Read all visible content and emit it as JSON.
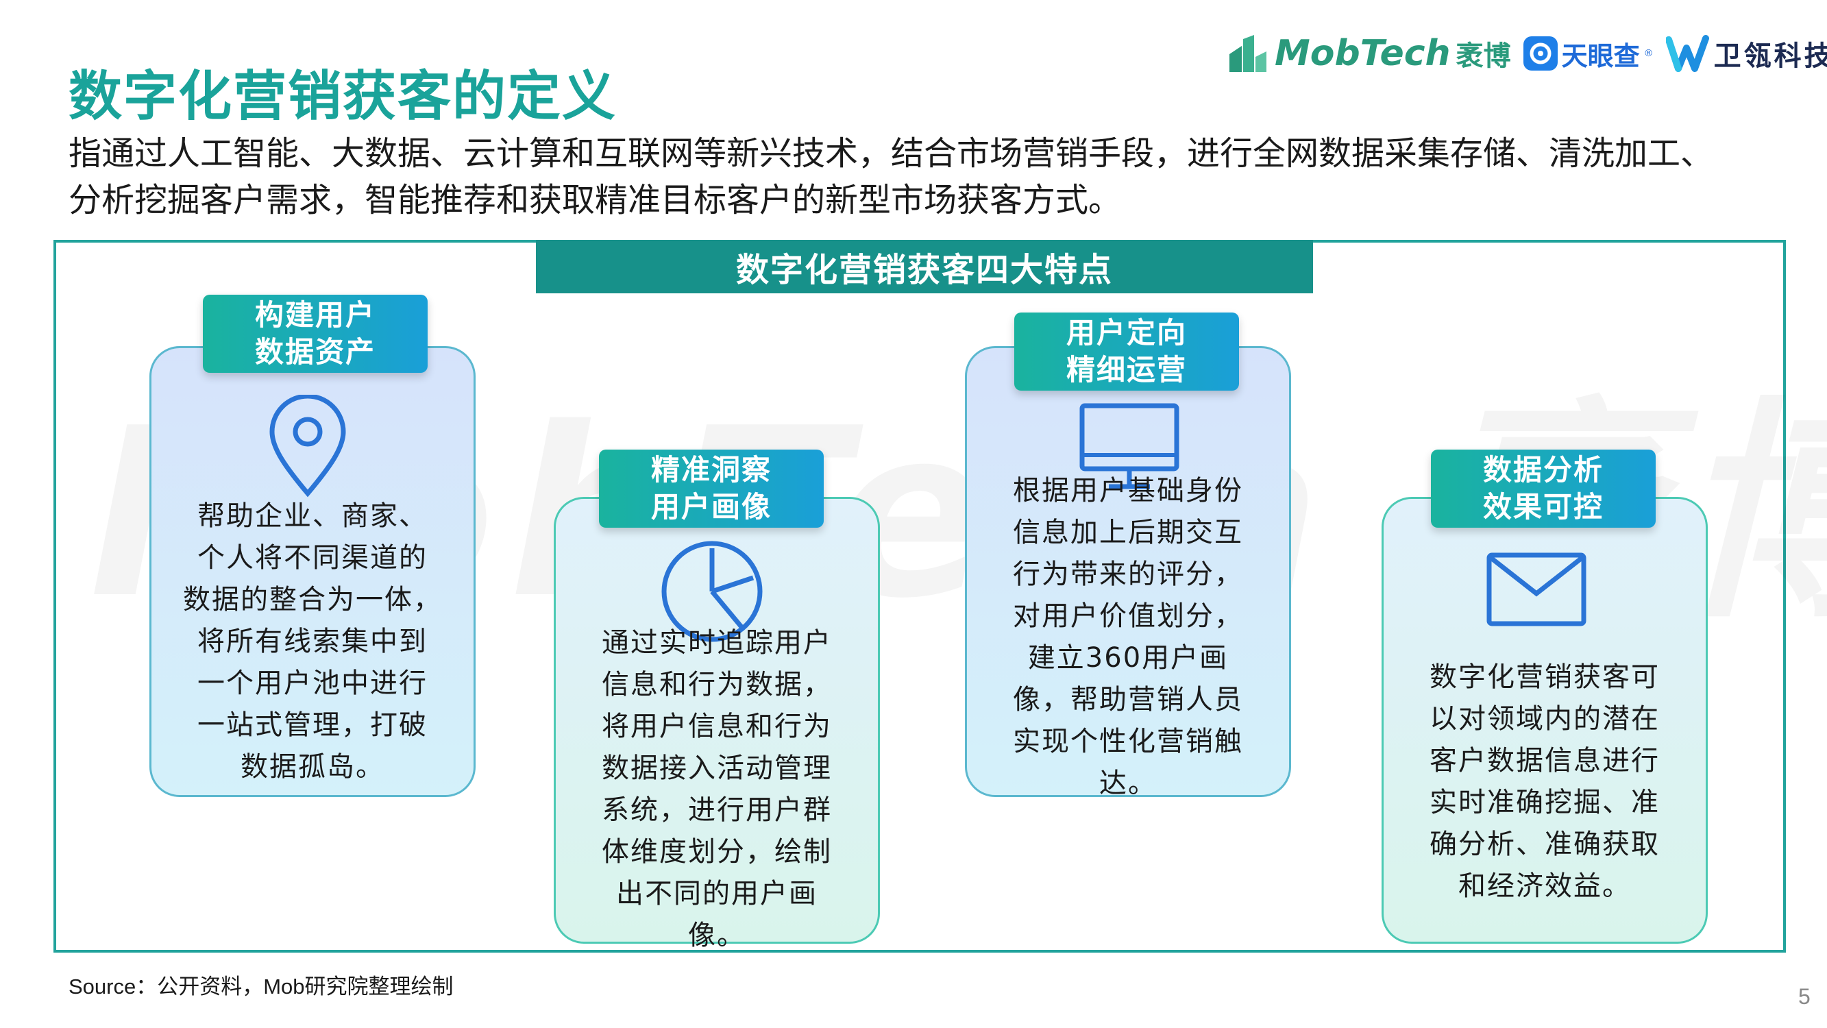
{
  "header": {
    "title": "数字化营销获客的定义",
    "definition_line1": "指通过人工智能、大数据、云计算和互联网等新兴技术，结合市场营销手段，进行全网数据采集存储、清洗加工、",
    "definition_line2": "分析挖掘客户需求，智能推荐和获取精准目标客户的新型市场获客方式。"
  },
  "logos": {
    "mobtech": "MobTech",
    "mobtech_cn": "袤博",
    "tianyancha": "天眼查",
    "tianyancha_reg": "®",
    "weihuan": "卫瓴科技"
  },
  "banner": {
    "title": "数字化营销获客四大特点"
  },
  "cards": [
    {
      "tag_line1": "构建用户",
      "tag_line2": "数据资产",
      "icon": "location-pin-icon",
      "lines": [
        "帮助企业、商家、",
        "个人将不同渠道的",
        "数据的整合为一体，",
        "将所有线索集中到",
        "一个用户池中进行",
        "一站式管理，打破",
        "数据孤岛。"
      ]
    },
    {
      "tag_line1": "精准洞察",
      "tag_line2": "用户画像",
      "icon": "pie-chart-icon",
      "lines": [
        "通过实时追踪用户",
        "信息和行为数据，",
        "将用户信息和行为",
        "数据接入活动管理",
        "系统，进行用户群",
        "体维度划分，绘制",
        "出不同的用户画",
        "像。"
      ]
    },
    {
      "tag_line1": "用户定向",
      "tag_line2": "精细运营",
      "icon": "monitor-icon",
      "lines": [
        "根据用户基础身份",
        "信息加上后期交互",
        "行为带来的评分，",
        "对用户价值划分，",
        "建立360用户画",
        "像，帮助营销人员",
        "实现个性化营销触",
        "达。"
      ]
    },
    {
      "tag_line1": "数据分析",
      "tag_line2": "效果可控",
      "icon": "envelope-icon",
      "lines": [
        "数字化营销获客可",
        "以对领域内的潜在",
        "客户数据信息进行",
        "实时准确挖掘、准",
        "确分析、准确获取",
        "和经济效益。"
      ]
    }
  ],
  "watermark": "MobTech 袤博",
  "footer": {
    "source": "Source：公开资料，Mob研究院整理绘制",
    "page_number": "5"
  },
  "colors": {
    "title_teal": "#1aa39a",
    "banner_teal": "#17918a",
    "tag_gradient_start": "#1ab39e",
    "tag_gradient_end": "#1a9fd8",
    "icon_blue": "#2a74d6"
  }
}
